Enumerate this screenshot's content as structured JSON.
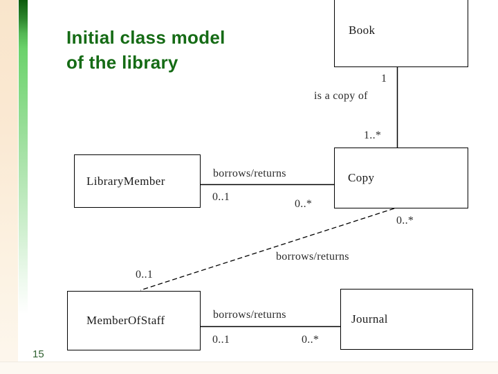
{
  "slide": {
    "title": {
      "line1": "Initial class model",
      "line2": "of the library"
    },
    "page_number": "15"
  },
  "diagram": {
    "classes": [
      {
        "name": "Book"
      },
      {
        "name": "LibraryMember"
      },
      {
        "name": "Copy"
      },
      {
        "name": "MemberOfStaff"
      },
      {
        "name": "Journal"
      }
    ],
    "associations": [
      {
        "from": "Book",
        "to": "Copy",
        "label": "is a copy of",
        "from_multiplicity": "1",
        "to_multiplicity": "1..*",
        "line_style": "solid"
      },
      {
        "from": "LibraryMember",
        "to": "Copy",
        "label": "borrows/returns",
        "from_multiplicity": "0..1",
        "to_multiplicity": "0..*",
        "line_style": "solid"
      },
      {
        "from": "MemberOfStaff",
        "to": "Copy",
        "label": "borrows/returns",
        "from_multiplicity": "0..1",
        "to_multiplicity": "0..*",
        "line_style": "dashed"
      },
      {
        "from": "MemberOfStaff",
        "to": "Journal",
        "label": "borrows/returns",
        "from_multiplicity": "0..1",
        "to_multiplicity": "0..*",
        "line_style": "solid"
      }
    ],
    "colors": {
      "title_green": "#156b15",
      "page_number_green": "#2f6030",
      "line_color": "#000000"
    }
  }
}
